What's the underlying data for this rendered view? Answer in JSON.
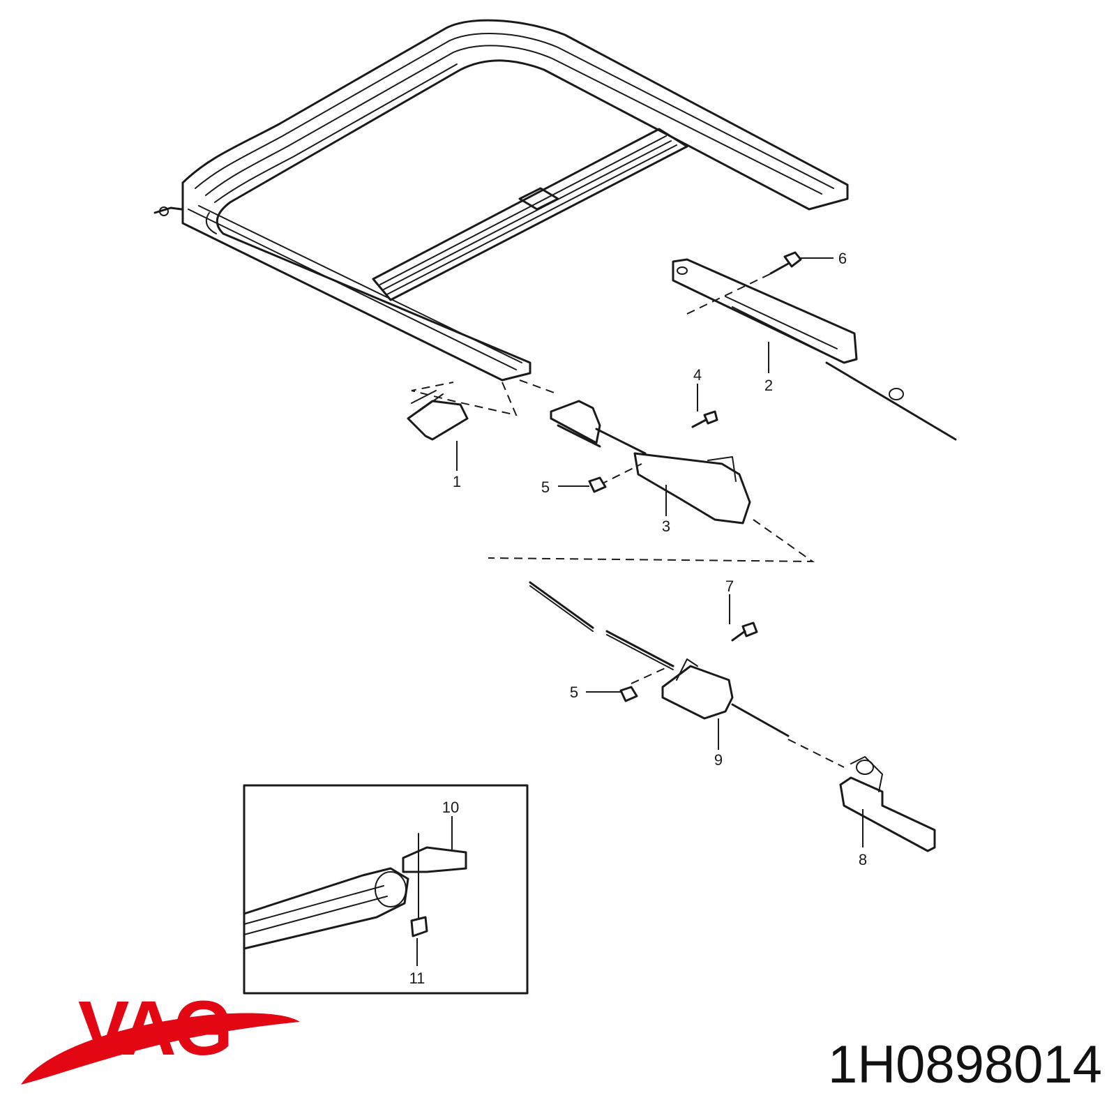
{
  "diagram": {
    "callouts": [
      "1",
      "2",
      "3",
      "4",
      "5",
      "5",
      "6",
      "7",
      "8",
      "9",
      "10",
      "11"
    ]
  },
  "brand": {
    "logo_text": "VAG",
    "color": "#e30613"
  },
  "part_number": "1H0898014"
}
